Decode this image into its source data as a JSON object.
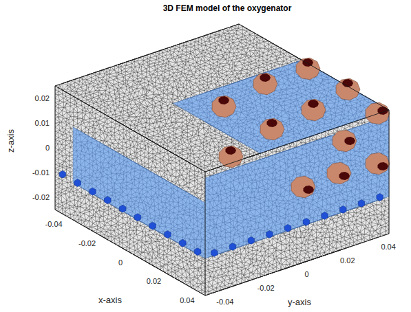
{
  "diagram": {
    "title": "3D FEM model of the oxygenator",
    "labels": [
      "0.02",
      "0.01",
      "0",
      "-0.01",
      "-0.02",
      "z-axis",
      "-0.04",
      "-0.02",
      "0",
      "0.02",
      "0.04",
      "x-axis",
      "-0.04",
      "-0.02",
      "0",
      "0.02",
      "0.04",
      "y-axis"
    ]
  }
}
